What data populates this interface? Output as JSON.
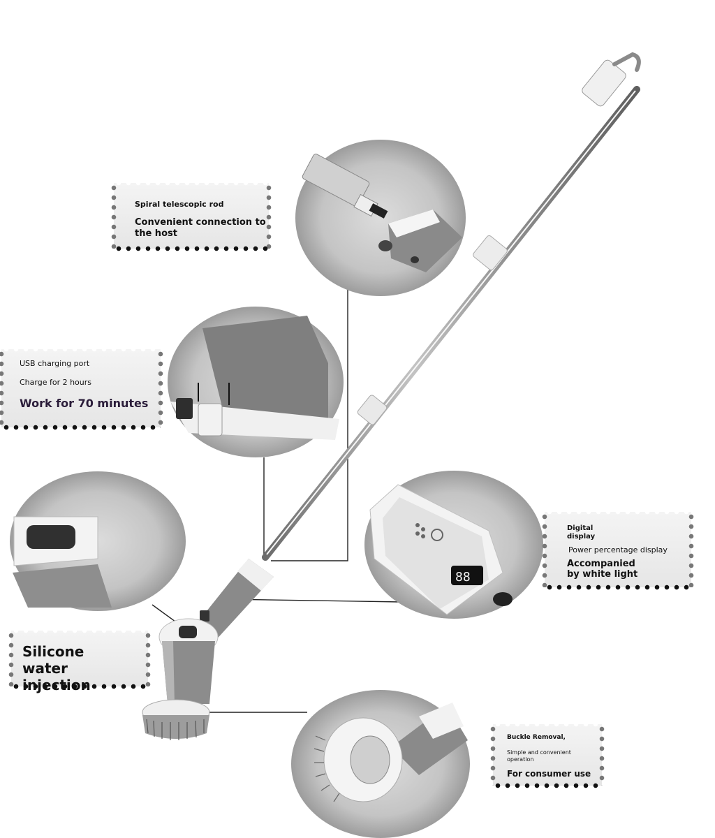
{
  "labels": {
    "rod": {
      "line1": "Spiral telescopic rod",
      "line2": "Convenient connection to the host"
    },
    "usb": {
      "line1": "USB charging port",
      "line2": "Charge for 2 hours",
      "line3": "Work for 70 minutes"
    },
    "display": {
      "line1": "Digital display",
      "line2": "Power percentage display",
      "line3": "Accompanied by white light"
    },
    "silicone": {
      "line1": "Silicone water injection"
    },
    "buckle": {
      "line1": "Buckle Removal,",
      "line2": "Simple and convenient operation",
      "line3": "For consumer use"
    }
  },
  "colors": {
    "body_gray": "#8a8a8a",
    "dark_gray": "#4a4a4a",
    "light_gray": "#e8e8e8",
    "chrome": "#c8c8c8",
    "text": "#111111"
  }
}
